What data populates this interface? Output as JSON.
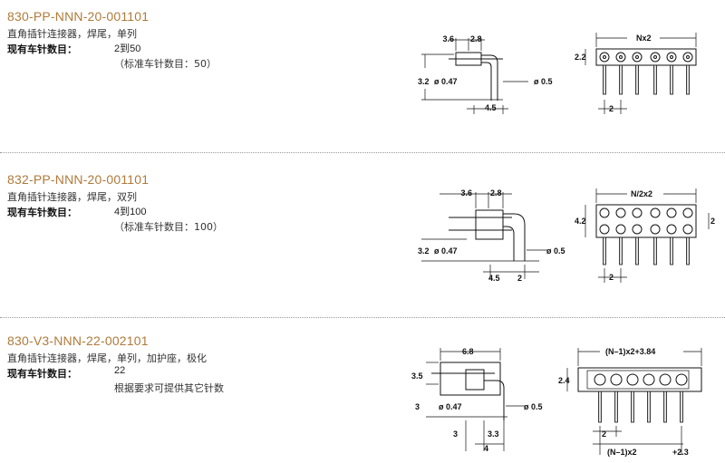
{
  "products": [
    {
      "part_number": "830-PP-NNN-20-001101",
      "description": "直角插针连接器，焊尾，单列",
      "count_label": "现有车针数目：",
      "count_value": "2到50",
      "count_note": "（标准车针数目：50）",
      "side_dims": {
        "d1": "3.6",
        "d2": "2.8",
        "d3": "3.2",
        "d4": "ø 0.47",
        "d5": "ø 0.5",
        "d6": "4.5"
      },
      "front_dims": {
        "width": "Nx2",
        "height": "2.2",
        "pitch": "2"
      }
    },
    {
      "part_number": "832-PP-NNN-20-001101",
      "description": "直角插针连接器，焊尾，双列",
      "count_label": "现有车针数目：",
      "count_value": "4到100",
      "count_note": "（标准车针数目：100）",
      "side_dims": {
        "d1": "3.6",
        "d2": "2.8",
        "d3": "3.2",
        "d4": "ø 0.47",
        "d5": "ø 0.5",
        "d6": "4.5",
        "d7": "2"
      },
      "front_dims": {
        "width": "N/2x2",
        "height": "4.2",
        "row_pitch": "2",
        "pitch": "2"
      }
    },
    {
      "part_number": "830-V3-NNN-22-002101",
      "description": "直角插针连接器，焊尾，单列，加护座，极化",
      "count_label": "现有车针数目：",
      "count_value": "22",
      "count_note": "根据要求可提供其它针数",
      "side_dims": {
        "d1": "6.8",
        "d2": "3.5",
        "d3": "3",
        "d4": "ø 0.47",
        "d5": "ø 0.5",
        "d6": "3",
        "d7": "3.3",
        "d8": "4"
      },
      "front_dims": {
        "width": "(N–1)x2+3.84",
        "height": "2.4",
        "pitch": "2",
        "bottom": "(N–1)x2",
        "offset": "+2.3"
      }
    }
  ]
}
